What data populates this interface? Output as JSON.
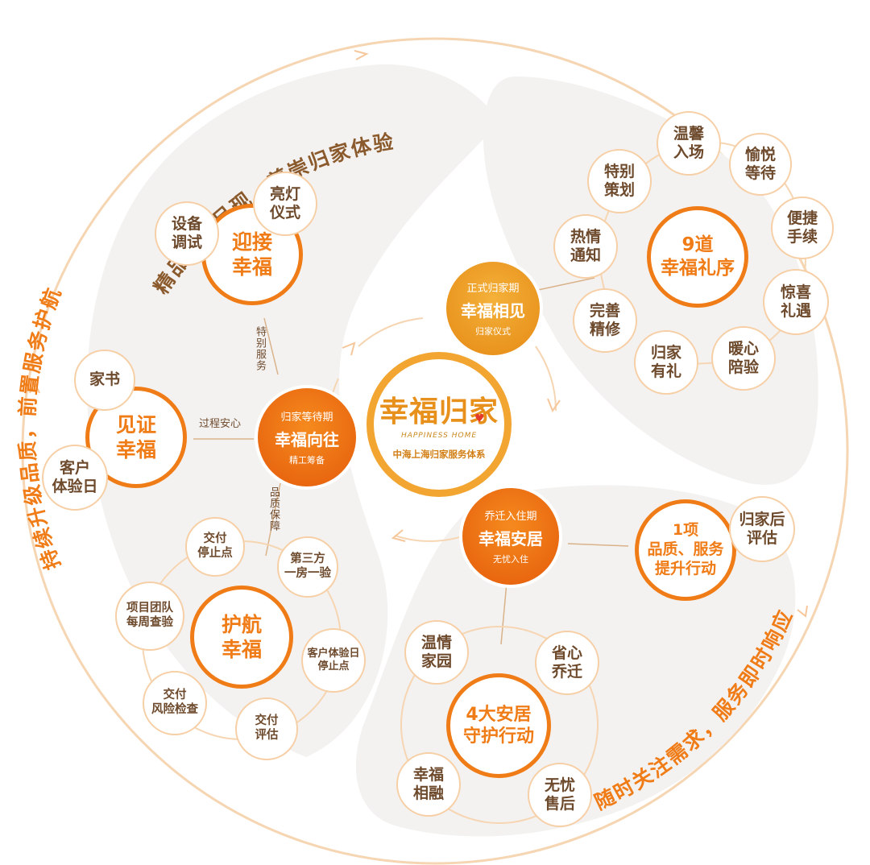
{
  "ring_text": {
    "top": "精品家园呈现，尊崇归家体验",
    "left": "持续升级品质，前置服务护航",
    "bottom_right": "随时关注需求，服务即时响应"
  },
  "colors": {
    "accent": "#f07c17",
    "amber": "#f2a530",
    "text_brown": "#6e4a2d",
    "ring": "#f6cfa6"
  },
  "center": {
    "logo": "幸福归家",
    "logo_en": "HAPPINESS HOME",
    "system": "中海上海归家服务体系"
  },
  "hubs": {
    "meet": {
      "stage": "正式归家期",
      "title": "幸福相见",
      "sub": "归家仪式"
    },
    "long": {
      "stage": "归家等待期",
      "title": "幸福向往",
      "sub": "精工筹备"
    },
    "settle": {
      "stage": "乔迁入住期",
      "title": "幸福安居",
      "sub": "无忧入住"
    }
  },
  "connectors": {
    "special_service": "特别服务",
    "process": "过程安心",
    "quality": "品质保障"
  },
  "big_nodes": {
    "welcome": [
      "迎接",
      "幸福"
    ],
    "witness": [
      "见证",
      "幸福"
    ],
    "escort": [
      "护航",
      "幸福"
    ],
    "ritual": [
      "9道",
      "幸福礼序"
    ],
    "action": [
      "1项",
      "品质、服务",
      "提升行动"
    ],
    "settle_action": [
      "4大安居",
      "守护行动"
    ]
  },
  "small_nodes": {
    "light": [
      "亮灯",
      "仪式"
    ],
    "device": [
      "设备",
      "调试"
    ],
    "letter": [
      "家书"
    ],
    "customer_day": [
      "客户",
      "体验日"
    ],
    "delivery_stop": [
      "交付",
      "停止点"
    ],
    "third_party": [
      "第三方",
      "一房一验"
    ],
    "team_weekly": [
      "项目团队",
      "每周查验"
    ],
    "cust_stop": [
      "客户体验日",
      "停止点"
    ],
    "risk_check": [
      "交付",
      "风险检查"
    ],
    "delivery_eval": [
      "交付",
      "评估"
    ],
    "special_plan": [
      "特别",
      "策划"
    ],
    "warm_entry": [
      "温馨",
      "入场"
    ],
    "pleasant_wait": [
      "愉悦",
      "等待"
    ],
    "quick": [
      "便捷",
      "手续"
    ],
    "enthusiastic": [
      "热情",
      "通知"
    ],
    "surprise": [
      "惊喜",
      "礼遇"
    ],
    "perfect_repair": [
      "完善",
      "精修"
    ],
    "gift": [
      "归家",
      "有礼"
    ],
    "warm_company": [
      "暖心",
      "陪验"
    ],
    "post_eval": [
      "归家后",
      "评估"
    ],
    "warm_home": [
      "温情",
      "家园"
    ],
    "easy_move": [
      "省心",
      "乔迁"
    ],
    "happy_fusion": [
      "幸福",
      "相融"
    ],
    "aftersale": [
      "无忧",
      "售后"
    ]
  }
}
